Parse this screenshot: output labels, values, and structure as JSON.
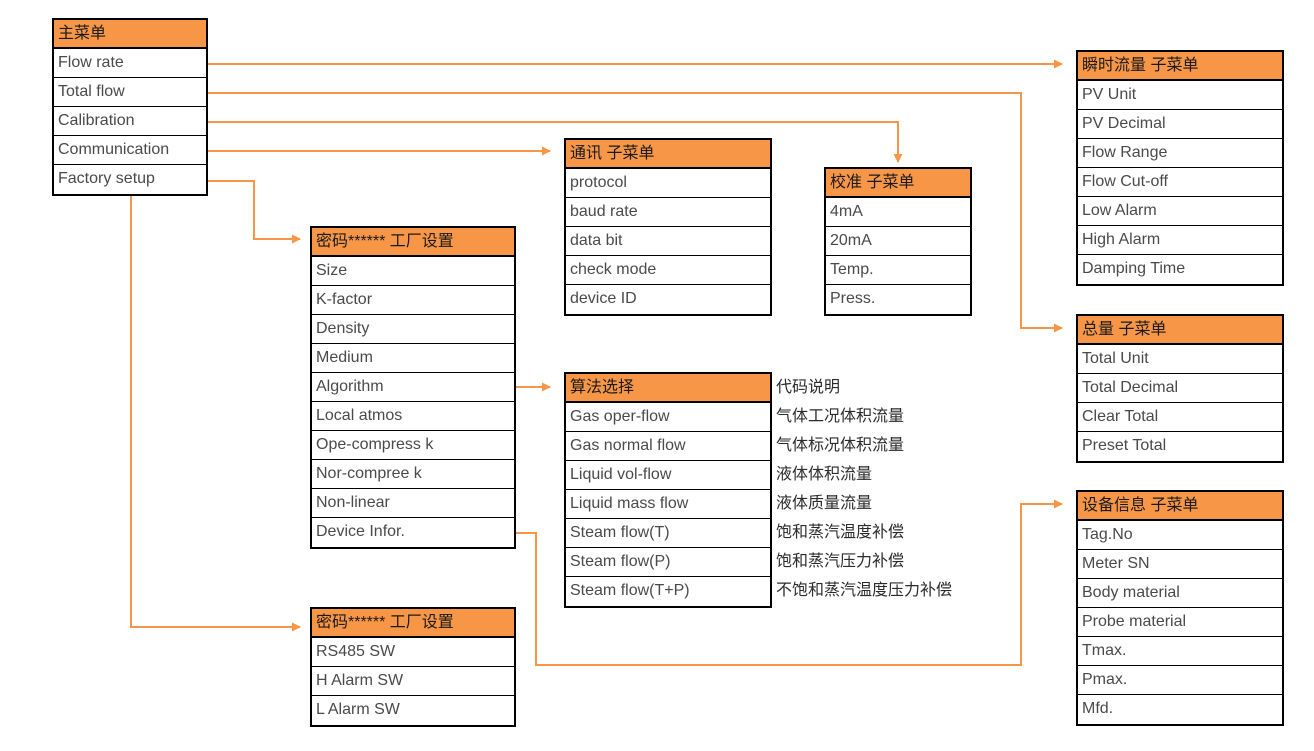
{
  "colors": {
    "header_orange": "#F79646",
    "connector": "#F79646",
    "border": "#000000",
    "item_text": "#4a4a4a",
    "note_text": "#2b2b2b",
    "background": "#ffffff"
  },
  "panels": {
    "main_menu": {
      "title": "主菜单",
      "items": [
        "Flow rate",
        "Total flow",
        "Calibration",
        "Communication",
        "Factory setup"
      ]
    },
    "flow_rate_sub": {
      "title": "瞬时流量 子菜单",
      "items": [
        "PV Unit",
        "PV Decimal",
        "Flow Range",
        "Flow Cut-off",
        "Low Alarm",
        "High Alarm",
        "Damping Time"
      ]
    },
    "total_flow_sub": {
      "title": "总量 子菜单",
      "items": [
        "Total Unit",
        "Total Decimal",
        "Clear Total",
        "Preset Total"
      ]
    },
    "device_info_sub": {
      "title": "设备信息 子菜单",
      "items": [
        "Tag.No",
        "Meter SN",
        "Body material",
        "Probe material",
        "Tmax.",
        "Pmax.",
        "Mfd."
      ]
    },
    "communication_sub": {
      "title": "通讯 子菜单",
      "items": [
        "protocol",
        "baud rate",
        "data bit",
        "check mode",
        "device ID"
      ]
    },
    "calibration_sub": {
      "title": "校准 子菜单",
      "items": [
        "4mA",
        "20mA",
        "Temp.",
        "Press."
      ]
    },
    "factory_setup_upper": {
      "title": "密码****** 工厂设置",
      "items": [
        "Size",
        "K-factor",
        "Density",
        "Medium",
        "Algorithm",
        "Local atmos",
        "Ope-compress k",
        "Nor-compree k",
        "Non-linear",
        "Device Infor."
      ]
    },
    "factory_setup_lower": {
      "title": "密码****** 工厂设置",
      "items": [
        "RS485 SW",
        "H Alarm SW",
        "L Alarm SW"
      ]
    },
    "algorithm_select": {
      "title": "算法选择",
      "items": [
        "Gas oper-flow",
        "Gas normal flow",
        "Liquid vol-flow",
        "Liquid mass flow",
        "Steam flow(T)",
        "Steam flow(P)",
        "Steam flow(T+P)"
      ]
    }
  },
  "algorithm_notes": {
    "heading": "代码说明",
    "items": [
      "气体工况体积流量",
      "气体标况体积流量",
      "液体体积流量",
      "液体质量流量",
      "饱和蒸汽温度补偿",
      "饱和蒸汽压力补偿",
      "不饱和蒸汽温度压力补偿"
    ]
  }
}
